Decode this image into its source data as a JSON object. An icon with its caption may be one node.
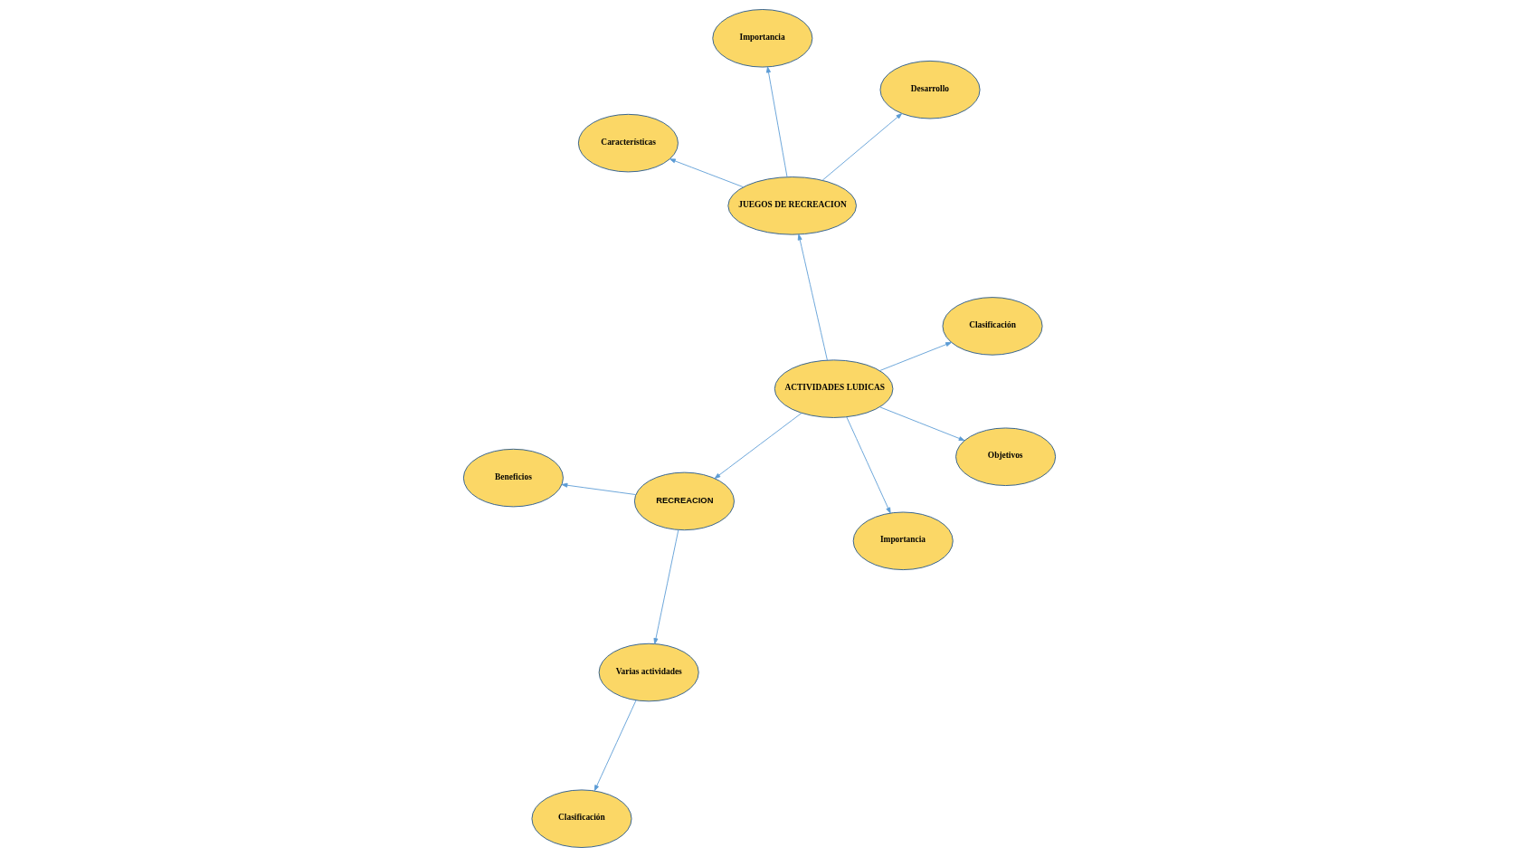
{
  "diagram": {
    "nodes": [
      {
        "text": [
          "Clasificación"
        ]
      },
      {
        "text": [
          "Clasificación"
        ]
      },
      {
        "text": [
          "Varias actividades"
        ]
      },
      {
        "text": [
          "Beneficios"
        ]
      },
      {
        "text": [
          "Desarrollo"
        ]
      },
      {
        "text": [
          "ACTIVIDADES LUDICAS"
        ]
      },
      {
        "text": [
          "JUEGOS DE RECREACION"
        ]
      },
      {
        "text": [
          "RECREACION"
        ]
      },
      {
        "text": [
          "Importancia"
        ]
      },
      {
        "text": [
          "Características"
        ]
      },
      {
        "text": [
          "Objetivos"
        ]
      },
      {
        "text": [
          "Importancia"
        ]
      }
    ],
    "edges": [
      {
        "from": 5,
        "to": 1,
        "arrow": "to"
      },
      {
        "from": 5,
        "to": 6,
        "arrow": "to"
      },
      {
        "from": 5,
        "to": 8,
        "arrow": "to"
      },
      {
        "from": 5,
        "to": 10,
        "arrow": "to"
      },
      {
        "from": 5,
        "to": 7,
        "arrow": "to"
      },
      {
        "from": 6,
        "to": 4,
        "arrow": "to"
      },
      {
        "from": 6,
        "to": 9,
        "arrow": "to"
      },
      {
        "from": 6,
        "to": 11,
        "arrow": "to"
      },
      {
        "from": 7,
        "to": 2,
        "arrow": "to"
      },
      {
        "from": 7,
        "to": 3,
        "arrow": "to"
      },
      {
        "from": 2,
        "to": 0,
        "arrow": "to"
      }
    ]
  }
}
